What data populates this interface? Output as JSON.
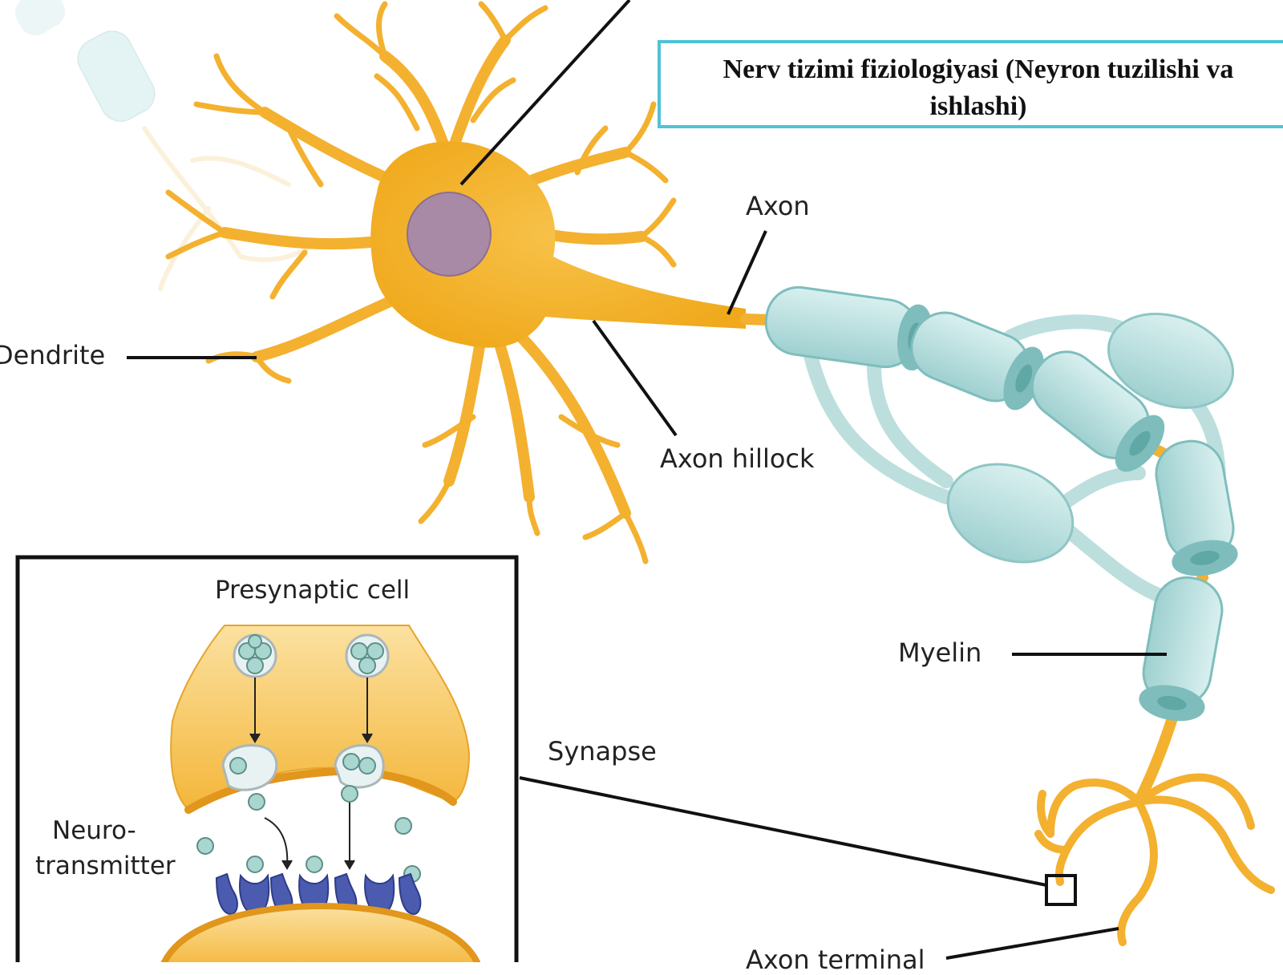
{
  "title": {
    "line1": "Nerv tizimi fiziologiyasi (Neyron tuzilishi va",
    "line2": "ishlashi)"
  },
  "labels": {
    "axon": "Axon",
    "dendrite": "Dendrite",
    "axon_hillock": "Axon hillock",
    "myelin": "Myelin",
    "synapse": "Synapse",
    "axon_terminal": "Axon terminal",
    "presynaptic_cell": "Presynaptic cell",
    "neuro_line1": "Neuro-",
    "neuro_line2": "transmitter"
  },
  "colors": {
    "neuron": "#f3b12f",
    "neuron_light": "#f8cf6a",
    "nucleus": "#a88aa6",
    "myelin": "#bfe3e3",
    "myelin_edge": "#7fbdbd",
    "receptor": "#4a5bb0",
    "vesicle": "#a9d6cf",
    "title_border": "#4fc3d4"
  }
}
